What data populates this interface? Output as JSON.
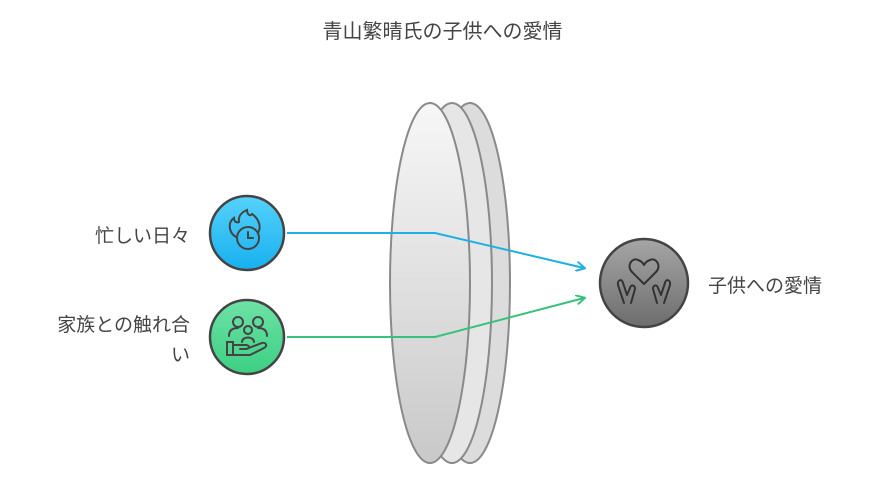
{
  "title": "青山繁晴氏の子供への愛情",
  "inputs": [
    {
      "label": "忙しい日々",
      "icon": "fire-clock-icon",
      "color": "#1eb6f0"
    },
    {
      "label_line1": "家族との触れ合",
      "label_line2": "い",
      "icon": "family-hand-icon",
      "color": "#3cc47c"
    }
  ],
  "output": {
    "label": "子供への愛情",
    "icon": "heart-hands-icon",
    "color": "#7a7a7a"
  },
  "lens": {
    "icon": "lens-filter-shape"
  }
}
